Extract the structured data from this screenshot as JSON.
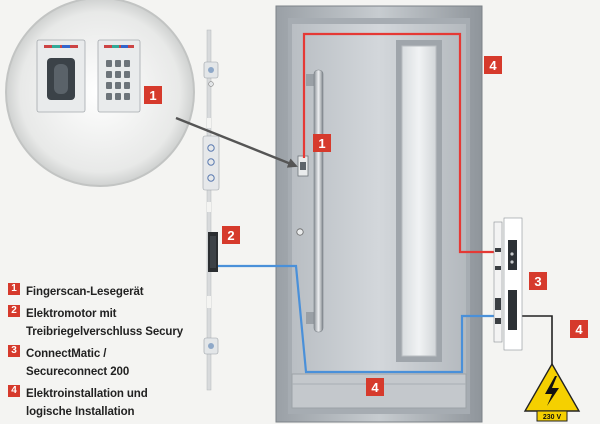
{
  "markers": {
    "fingerscan": "1",
    "motor": "2",
    "connect": "3",
    "install": "4"
  },
  "warning_sign": {
    "voltage": "230 V"
  },
  "legend": [
    {
      "num": "1",
      "text": "Fingerscan-Lesegerät"
    },
    {
      "num": "2",
      "text": "Elektromotor mit Treibriegelverschluss Secury"
    },
    {
      "num": "3",
      "text": "ConnectMatic /\nSecureconnect 200"
    },
    {
      "num": "4",
      "text": "Elektroinstallation und\nlogische Installation"
    }
  ],
  "colors": {
    "marker": "#d63a2c",
    "wire_red": "#e53935",
    "wire_blue": "#4a90d9",
    "wire_black": "#222222",
    "sign_yellow": "#f5d000"
  }
}
